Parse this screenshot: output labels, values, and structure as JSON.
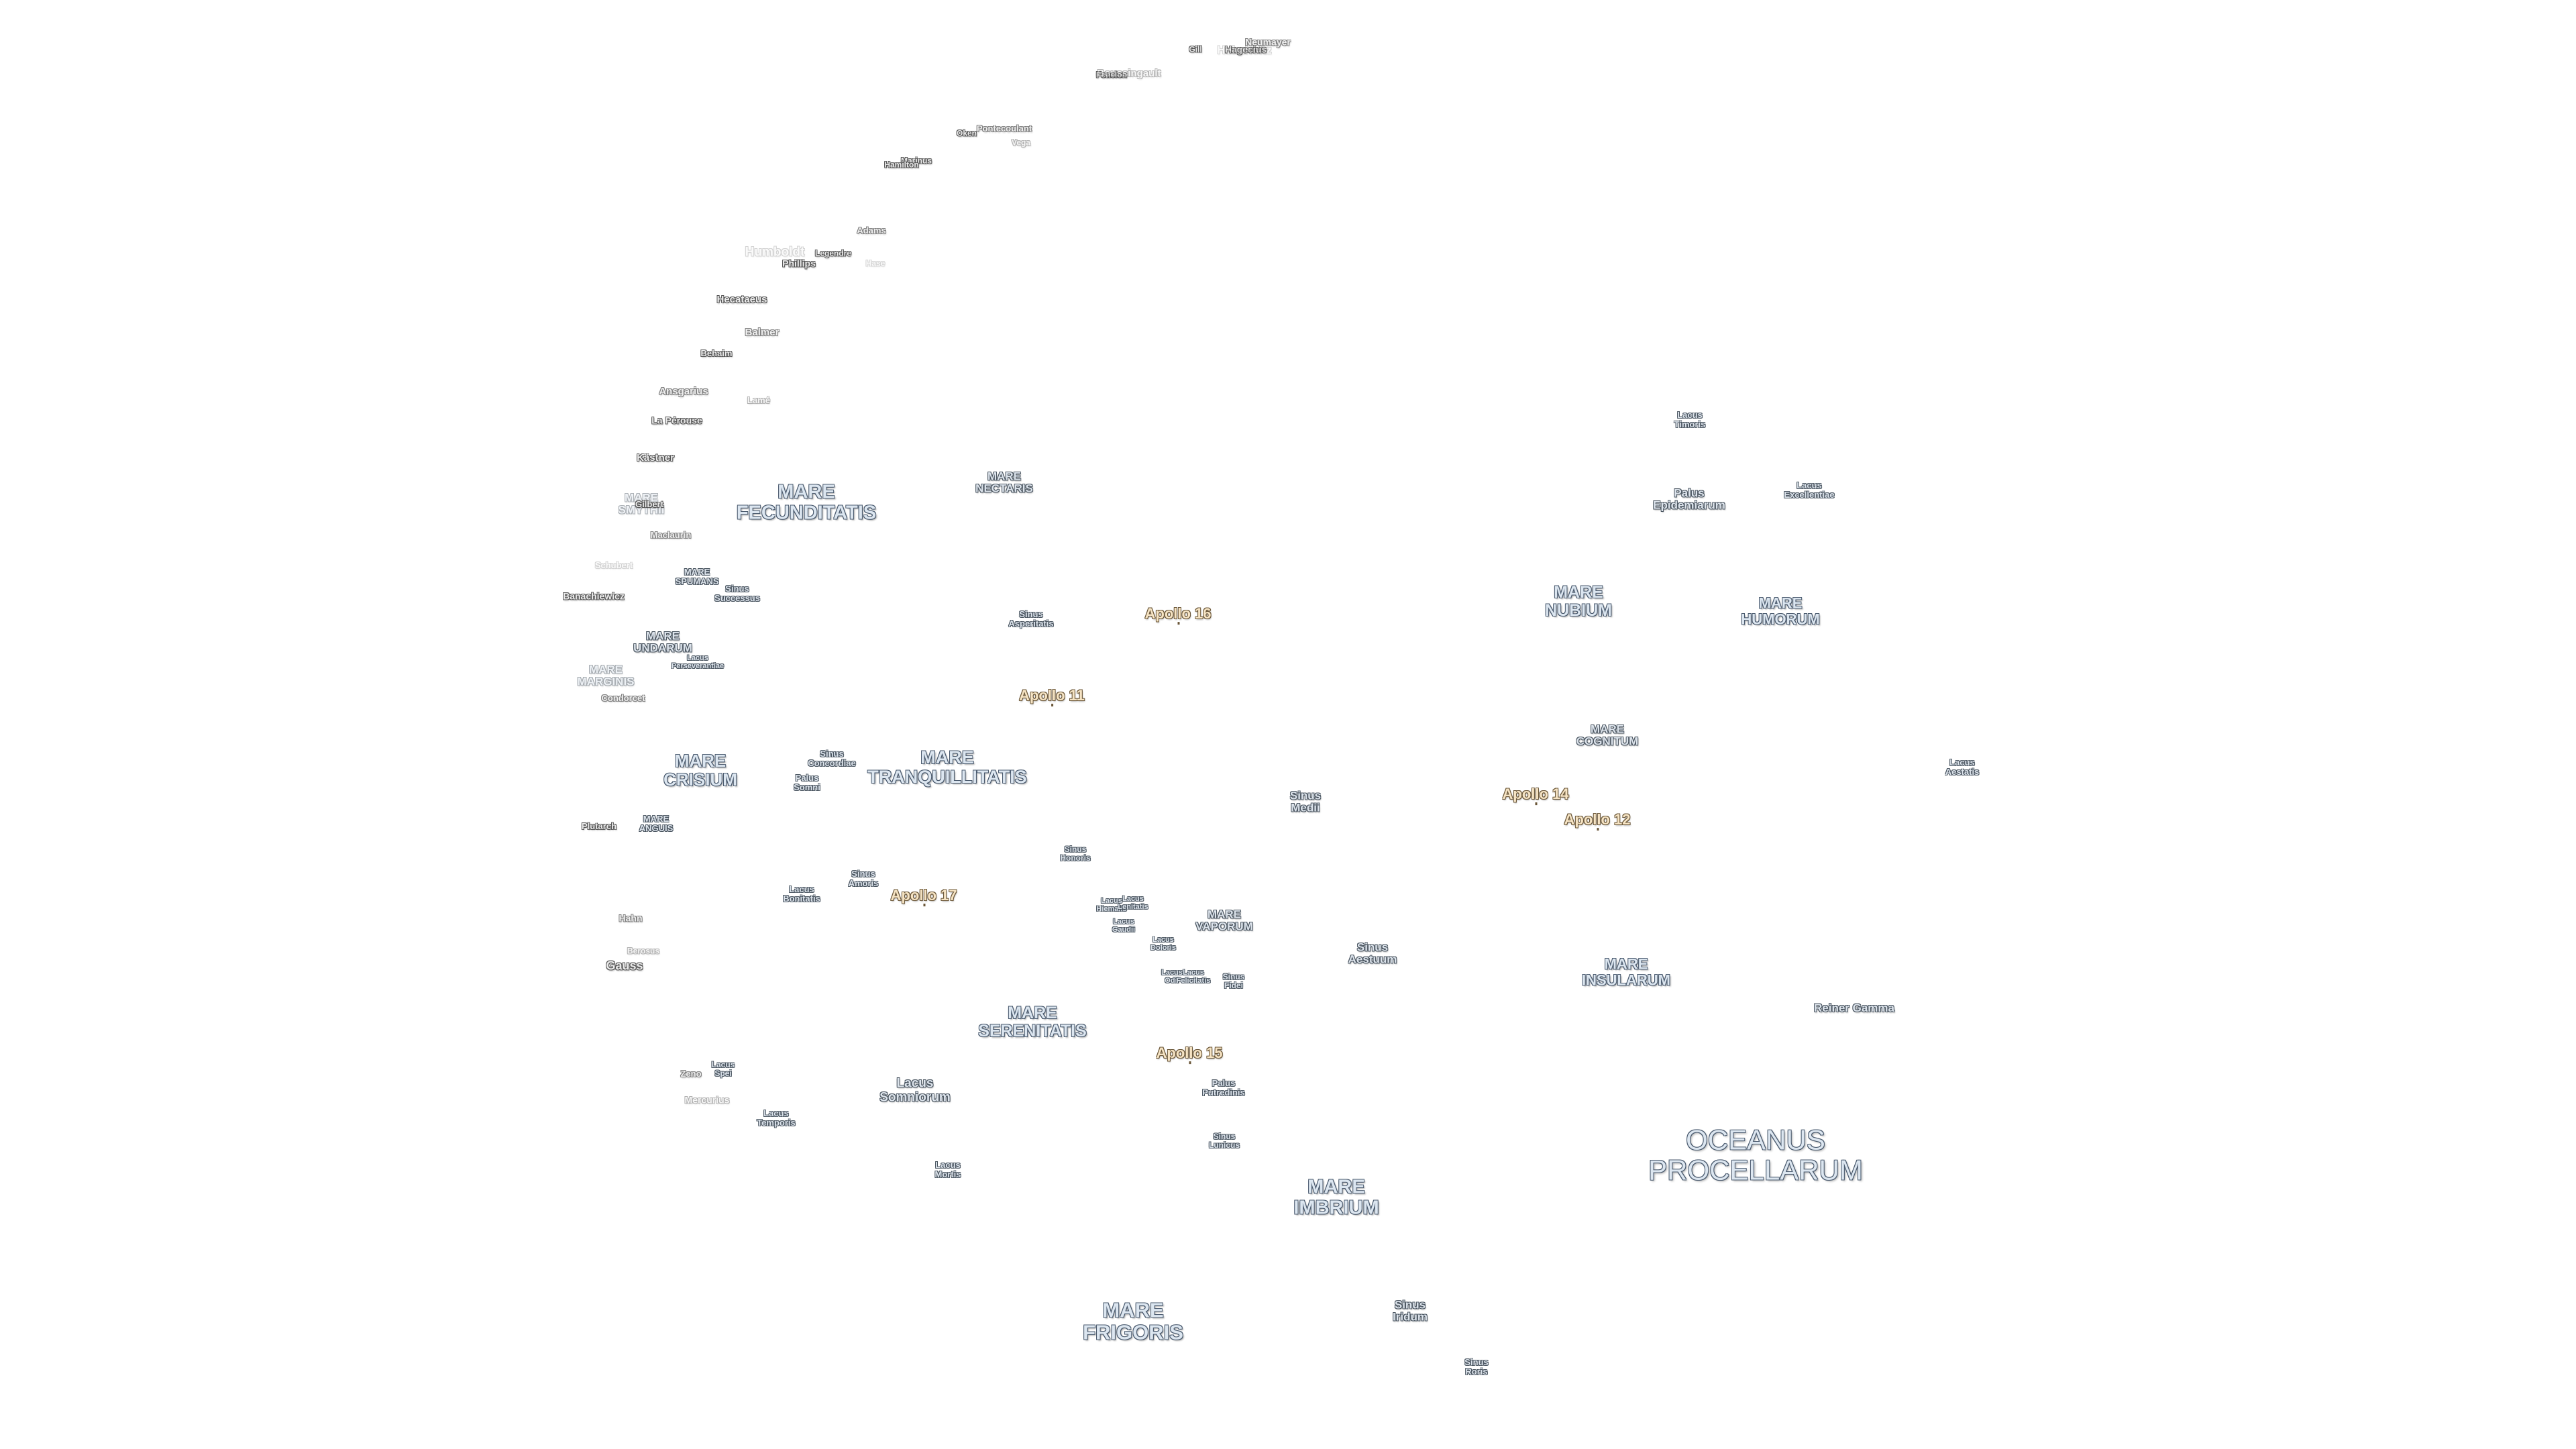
{
  "ocean": {
    "procellarum": [
      "OCEANUS",
      "PROCELLARUM"
    ]
  },
  "maria": {
    "fecunditatis": [
      "MARE",
      "FECUNDITATIS"
    ],
    "nectaris": [
      "MARE",
      "NECTARIS"
    ],
    "smythii": [
      "MARE",
      "SMYTHII"
    ],
    "marginis": [
      "MARE",
      "MARGINIS"
    ],
    "undarum": [
      "MARE",
      "UNDARUM"
    ],
    "spumans": [
      "MARE",
      "SPUMANS"
    ],
    "crisium": [
      "MARE",
      "CRISIUM"
    ],
    "tranquillitatis": [
      "MARE",
      "TRANQUILLITATIS"
    ],
    "anguis": [
      "MARE",
      "ANGUIS"
    ],
    "vaporum": [
      "MARE",
      "VAPORUM"
    ],
    "serenitatis": [
      "MARE",
      "SERENITATIS"
    ],
    "imbrium": [
      "MARE",
      "IMBRIUM"
    ],
    "frigoris": [
      "MARE",
      "FRIGORIS"
    ],
    "nubium": [
      "MARE",
      "NUBIUM"
    ],
    "humorum": [
      "MARE",
      "HUMORUM"
    ],
    "cognitum": [
      "MARE",
      "COGNITUM"
    ],
    "insularum": [
      "MARE",
      "INSULARUM"
    ]
  },
  "minor_features": {
    "sinus_asperitatis": [
      "Sinus",
      "Asperitatis"
    ],
    "sinus_successus": [
      "Sinus",
      "Successus"
    ],
    "lacus_perseverantiae": [
      "Lacus",
      "Perseverantiae"
    ],
    "sinus_concordiae": [
      "Sinus",
      "Concordiae"
    ],
    "palus_somni": [
      "Palus",
      "Somni"
    ],
    "sinus_amoris": [
      "Sinus",
      "Amoris"
    ],
    "lacus_bonitatis": [
      "Lacus",
      "Bonitatis"
    ],
    "sinus_honoris": [
      "Sinus",
      "Honoris"
    ],
    "lacus_hiemalis": [
      "Lacus",
      "Hiemalis"
    ],
    "lacus_lenitatis": [
      "Lacus",
      "Lenitatis"
    ],
    "lacus_gaudii": [
      "Lacus",
      "Gaudii"
    ],
    "lacus_doloris": [
      "Lacus",
      "Doloris"
    ],
    "lacus_odii": [
      "Lacus",
      "Odii"
    ],
    "lacus_felicitatis": [
      "Lacus",
      "Felicitatis"
    ],
    "sinus_fidei": [
      "Sinus",
      "Fidei"
    ],
    "sinus_medii": [
      "Sinus",
      "Medii"
    ],
    "sinus_aestuum": [
      "Sinus",
      "Aestuum"
    ],
    "palus_putredinis": [
      "Palus",
      "Putredinis"
    ],
    "sinus_lunicus": [
      "Sinus",
      "Lunicus"
    ],
    "lacus_somniorum": [
      "Lacus",
      "Somniorum"
    ],
    "lacus_spei": [
      "Lacus",
      "Spei"
    ],
    "lacus_temporis": [
      "Lacus",
      "Temporis"
    ],
    "lacus_mortis": [
      "Lacus",
      "Mortis"
    ],
    "sinus_iridum": [
      "Sinus",
      "Iridum"
    ],
    "sinus_roris": [
      "Sinus",
      "Roris"
    ],
    "lacus_timoris": [
      "Lacus",
      "Timoris"
    ],
    "palus_epidemiarum": [
      "Palus",
      "Epidemiarum"
    ],
    "lacus_excellentiae": [
      "Lacus",
      "Excellentiae"
    ],
    "lacus_aestatis": [
      "Lacus",
      "Aestatis"
    ]
  },
  "landmarks": {
    "reiner_gamma": "Reiner Gamma"
  },
  "craters": {
    "gill": "Gill",
    "hagecius": "Hagecius",
    "neumayer": "Neumayer",
    "helmholtz": "Helmholtz",
    "fenelon": "Fenelon",
    "boussingault": "Boussingault",
    "oken": "Oken",
    "pontecoulant": "Pontecoulant",
    "vega": "Vega",
    "marinus": "Marinus",
    "hamilton": "Hamilton",
    "adams": "Adams",
    "humboldt": "Humboldt",
    "legendre": "Legendre",
    "phillips": "Phillips",
    "hase": "Hase",
    "hecataeus": "Hecataeus",
    "balmer": "Balmer",
    "behaim": "Behaim",
    "ansgarius": "Ansgarius",
    "lame": "Lamé",
    "la_perouse": "La Pérouse",
    "kastner": "Kästner",
    "gilbert": "Gilbert",
    "maclaurin": "Maclaurin",
    "schubert": "Schubert",
    "banachiewicz": "Banachiewicz",
    "condorcet": "Condorcet",
    "plutarch": "Plutarch",
    "hahn": "Hahn",
    "berosus": "Berosus",
    "gauss": "Gauss",
    "zeno": "Zeno",
    "mercurius": "Mercurius"
  },
  "apollo": {
    "a11": "Apollo 11",
    "a12": "Apollo 12",
    "a14": "Apollo 14",
    "a15": "Apollo 15",
    "a16": "Apollo 16",
    "a17": "Apollo 17"
  },
  "colors": {
    "background": "#ffffff",
    "sea_text": "#dce6f0",
    "sea_outline": "#4a5a6e",
    "apollo_text": "#f6e4c4",
    "apollo_outline": "#6a5638"
  }
}
